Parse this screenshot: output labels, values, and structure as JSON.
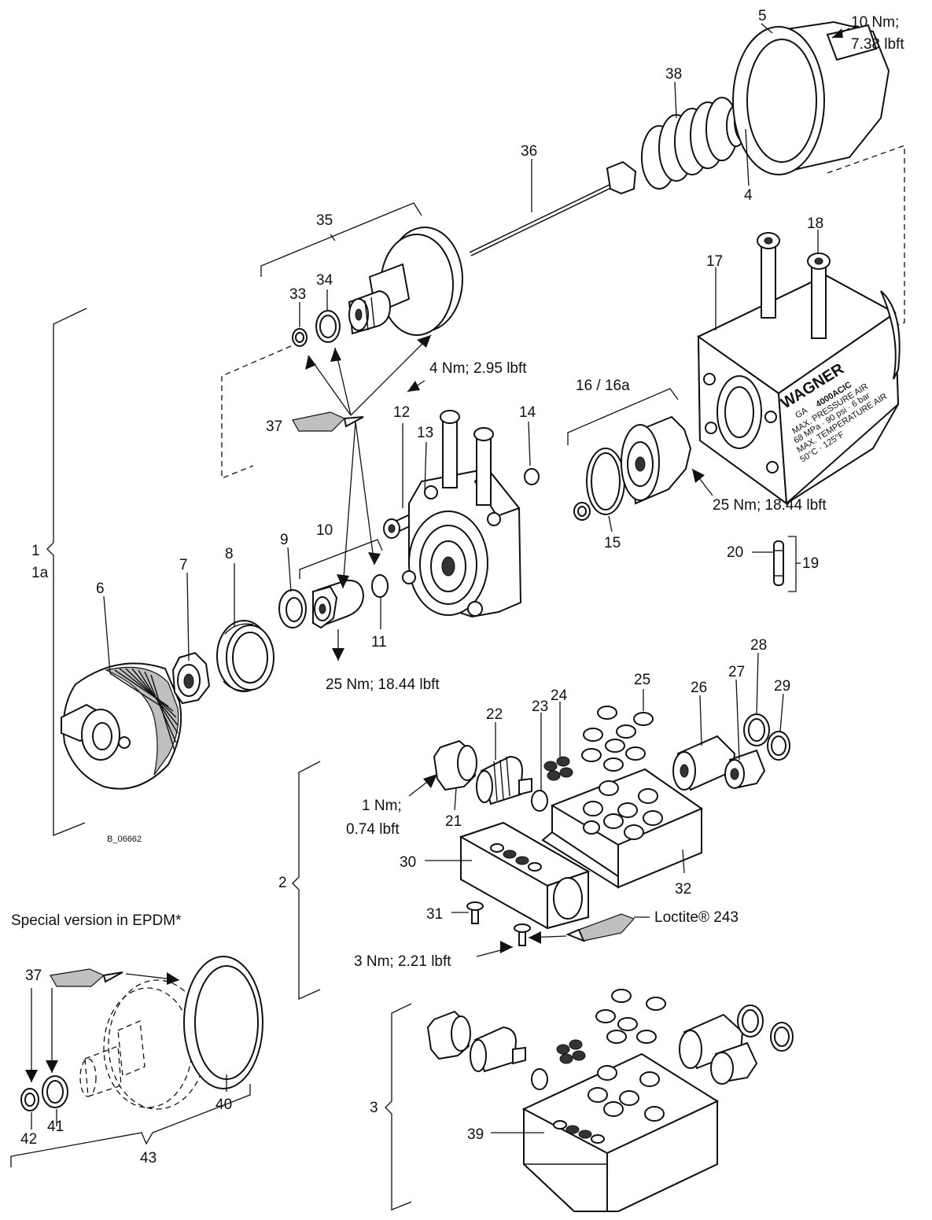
{
  "callouts": {
    "p1": "1",
    "p1a": "1a",
    "p2": "2",
    "p3": "3",
    "p4": "4",
    "p5": "5",
    "p6": "6",
    "p7": "7",
    "p8": "8",
    "p9": "9",
    "p10": "10",
    "p11": "11",
    "p12": "12",
    "p13": "13",
    "p14": "14",
    "p15": "15",
    "p16": "16 / 16a",
    "p17": "17",
    "p18": "18",
    "p19": "19",
    "p20": "20",
    "p21": "21",
    "p22": "22",
    "p23": "23",
    "p24": "24",
    "p25": "25",
    "p26": "26",
    "p27": "27",
    "p28": "28",
    "p29": "29",
    "p30": "30",
    "p31": "31",
    "p32": "32",
    "p33": "33",
    "p34": "34",
    "p35": "35",
    "p36": "36",
    "p37": "37",
    "p37b": "37",
    "p38": "38",
    "p39": "39",
    "p40": "40",
    "p41": "41",
    "p42": "42",
    "p43": "43"
  },
  "torques": {
    "t5_line1": "10 Nm;",
    "t5_line2": "7.38 lbft",
    "t12": "4 Nm; 2.95 lbft",
    "t16": "25 Nm; 18.44 lbft",
    "t10": "25 Nm; 18.44 lbft",
    "t21_line1": "1 Nm;",
    "t21_line2": "0.74 lbft",
    "t31": "3 Nm; 2.21 lbft"
  },
  "labels": {
    "drawing_number": "B_06662",
    "special_version": "Special version in EPDM*",
    "loctite": "Loctite® 243"
  },
  "block_markings": {
    "brand": "WAGNER",
    "model_prefix": "GA",
    "model": "4000ACIC",
    "line1": "MAX. PRESSURE AIR",
    "line2": "68 MPa · 90 psi · 6 bar",
    "line3": "MAX. TEMPERATURE AIR",
    "line4": "50°C · 125°F"
  }
}
